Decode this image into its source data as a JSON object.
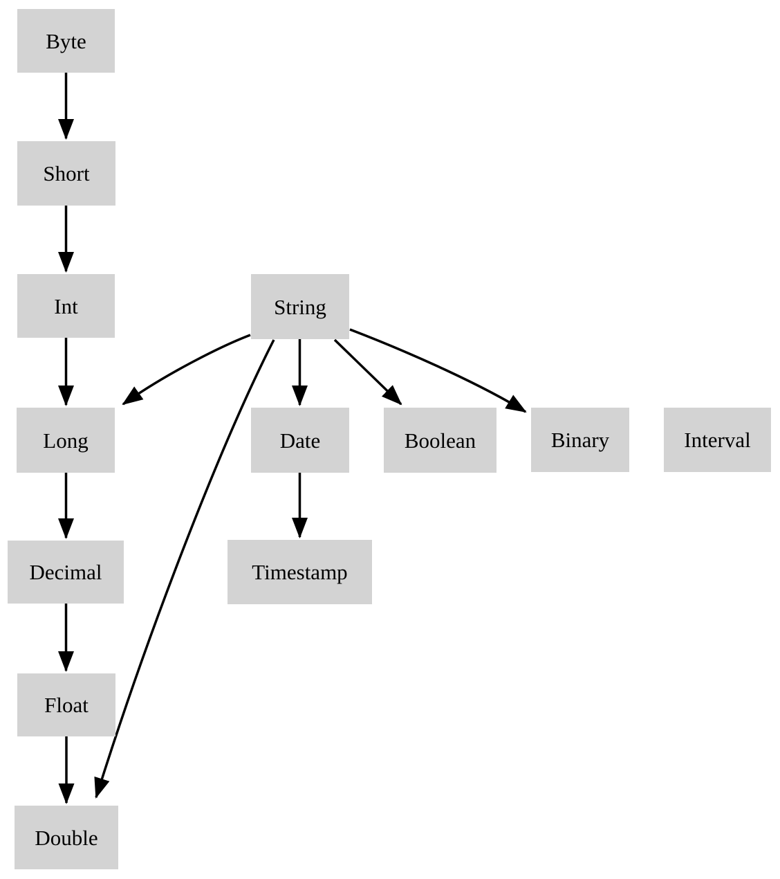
{
  "diagram": {
    "type": "directed-graph",
    "description": "Type promotion hierarchy diagram",
    "colors": {
      "background": "#ffffff",
      "node_fill": "#d3d3d3",
      "node_text": "#000000",
      "edge": "#000000"
    },
    "nodes": {
      "byte": {
        "label": "Byte"
      },
      "short": {
        "label": "Short"
      },
      "int": {
        "label": "Int"
      },
      "long": {
        "label": "Long"
      },
      "decimal": {
        "label": "Decimal"
      },
      "float": {
        "label": "Float"
      },
      "double": {
        "label": "Double"
      },
      "string": {
        "label": "String"
      },
      "date": {
        "label": "Date"
      },
      "timestamp": {
        "label": "Timestamp"
      },
      "boolean": {
        "label": "Boolean"
      },
      "binary": {
        "label": "Binary"
      },
      "interval": {
        "label": "Interval"
      }
    },
    "edges": [
      {
        "from": "Byte",
        "to": "Short"
      },
      {
        "from": "Short",
        "to": "Int"
      },
      {
        "from": "Int",
        "to": "Long"
      },
      {
        "from": "Long",
        "to": "Decimal"
      },
      {
        "from": "Decimal",
        "to": "Float"
      },
      {
        "from": "Float",
        "to": "Double"
      },
      {
        "from": "String",
        "to": "Long"
      },
      {
        "from": "String",
        "to": "Double"
      },
      {
        "from": "String",
        "to": "Date"
      },
      {
        "from": "String",
        "to": "Boolean"
      },
      {
        "from": "String",
        "to": "Binary"
      },
      {
        "from": "Date",
        "to": "Timestamp"
      }
    ]
  }
}
